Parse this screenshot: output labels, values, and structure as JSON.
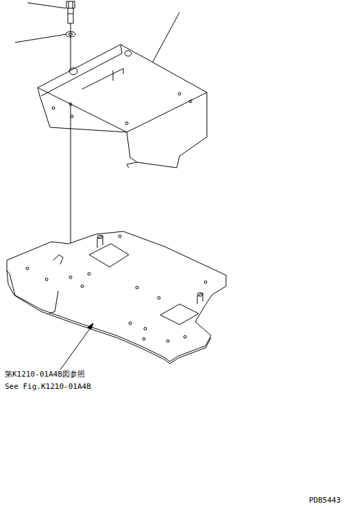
{
  "diagram": {
    "labels": [
      "第K1210-01A4B図参照",
      "See Fig.K1210-01A4B",
      "PDB5443"
    ]
  }
}
